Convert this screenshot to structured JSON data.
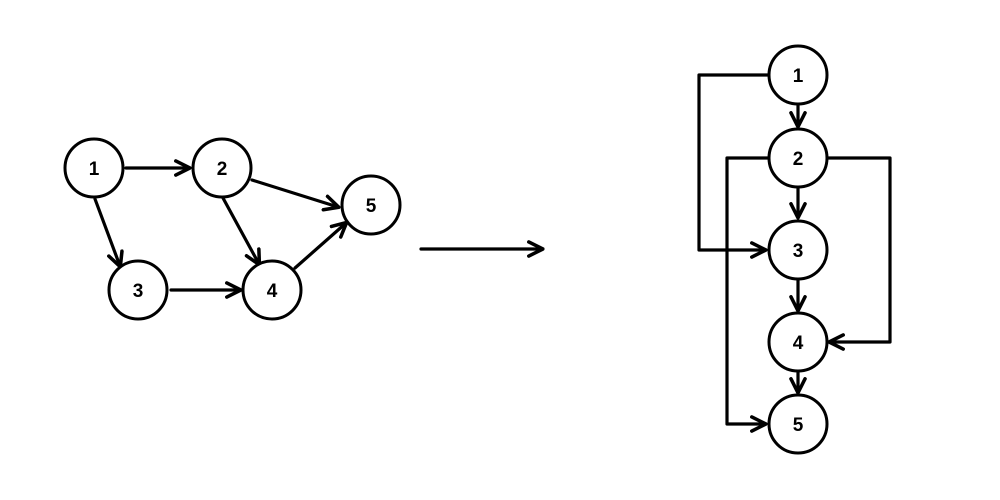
{
  "left_graph": {
    "nodes": [
      {
        "id": "1",
        "label": "1"
      },
      {
        "id": "2",
        "label": "2"
      },
      {
        "id": "3",
        "label": "3"
      },
      {
        "id": "4",
        "label": "4"
      },
      {
        "id": "5",
        "label": "5"
      }
    ],
    "edges": [
      {
        "from": "1",
        "to": "2"
      },
      {
        "from": "1",
        "to": "3"
      },
      {
        "from": "2",
        "to": "4"
      },
      {
        "from": "2",
        "to": "5"
      },
      {
        "from": "3",
        "to": "4"
      },
      {
        "from": "4",
        "to": "5"
      }
    ]
  },
  "right_graph": {
    "nodes": [
      {
        "id": "1",
        "label": "1"
      },
      {
        "id": "2",
        "label": "2"
      },
      {
        "id": "3",
        "label": "3"
      },
      {
        "id": "4",
        "label": "4"
      },
      {
        "id": "5",
        "label": "5"
      }
    ],
    "edges": [
      {
        "from": "1",
        "to": "2"
      },
      {
        "from": "1",
        "to": "3"
      },
      {
        "from": "2",
        "to": "3"
      },
      {
        "from": "2",
        "to": "4"
      },
      {
        "from": "2",
        "to": "5"
      },
      {
        "from": "3",
        "to": "4"
      },
      {
        "from": "4",
        "to": "5"
      }
    ]
  },
  "colors": {
    "stroke": "#000000",
    "background": "#ffffff"
  }
}
